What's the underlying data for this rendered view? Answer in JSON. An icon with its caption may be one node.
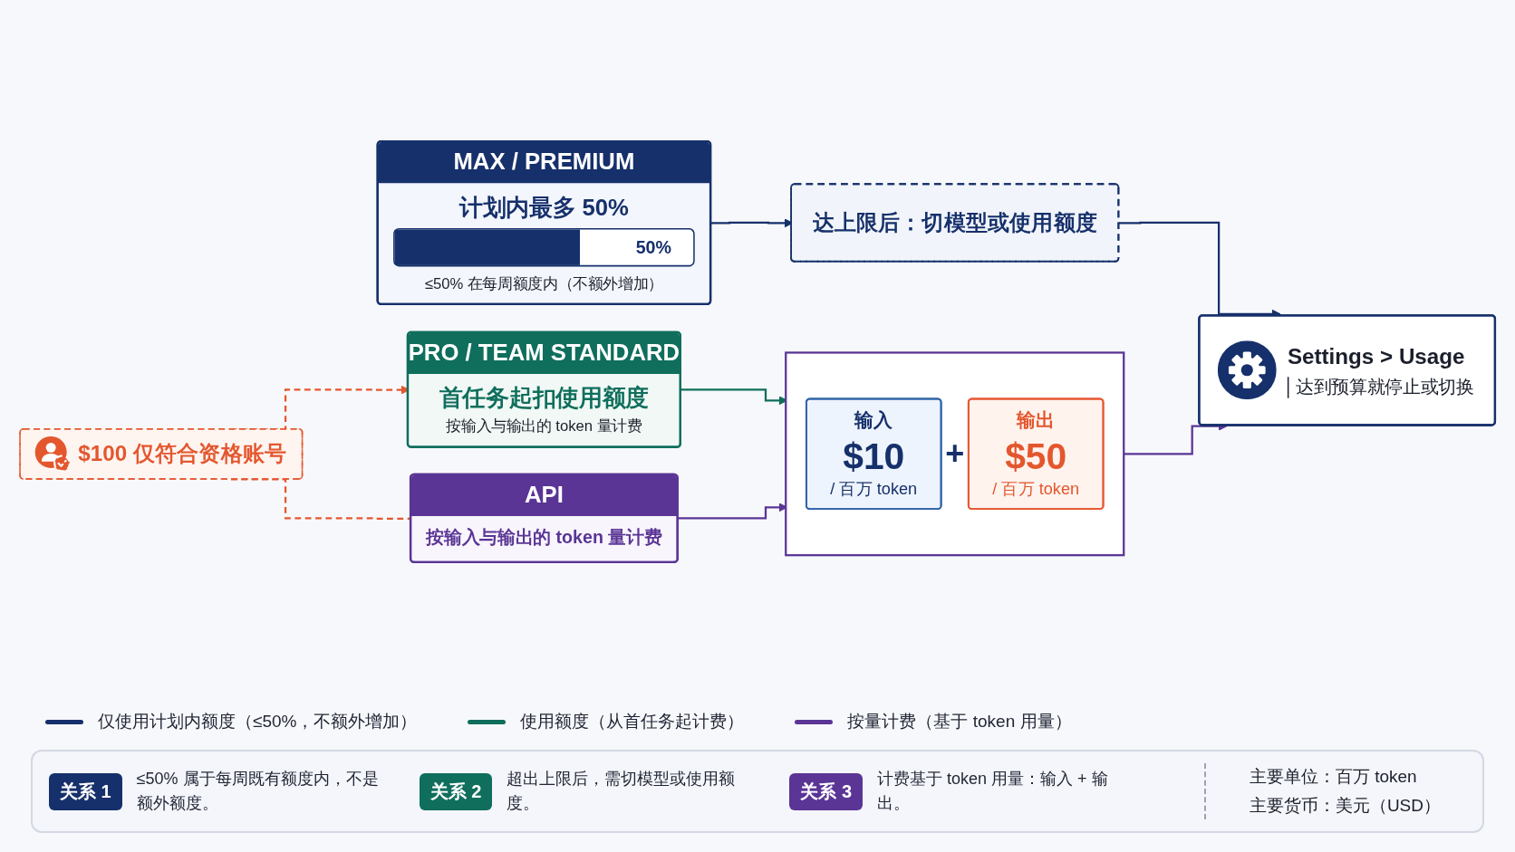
{
  "diagram": {
    "nodes": [
      {
        "text": [
          "MAX / PREMIUM",
          "计划内最多 50%",
          "50%",
          "≤50% 在每周额度内（不额外增加）"
        ]
      },
      {
        "text": [
          "达上限后：切模型或使用额度"
        ]
      },
      {
        "text": [
          "PRO / TEAM STANDARD",
          "首任务起扣使用额度",
          "按输入与输出的 token 量计费"
        ]
      },
      {
        "text": [
          "$100 仅符合资格账号"
        ]
      },
      {
        "text": [
          "API",
          "按输入与输出的 token 量计费"
        ]
      },
      {
        "text": [],
        "shape": "box"
      },
      {
        "text": [
          "输入",
          "$10",
          "/ 百万 token"
        ],
        "in": 5
      },
      {
        "text": [
          "输出",
          "$50",
          "/ 百万 token"
        ],
        "in": 5
      },
      {
        "text": [
          "Settings > Usage",
          "达到预算就停止或切换"
        ]
      }
    ],
    "edges": [
      {
        "from": 0,
        "to": 1,
        "arrow": "to",
        "color": "#16306b"
      },
      {
        "from": 1,
        "to": 8,
        "arrow": "to",
        "color": "#16306b"
      },
      {
        "from": 2,
        "to": 5,
        "arrow": "to",
        "color": "#0f6e5c"
      },
      {
        "from": 3,
        "to": 2,
        "arrow": "to",
        "style": "dashed",
        "color": "#e4572e"
      },
      {
        "from": 3,
        "to": 4,
        "arrow": "none",
        "style": "dashed",
        "color": "#e4572e"
      },
      {
        "from": 4,
        "to": 5,
        "arrow": "to",
        "color": "#5a3595"
      },
      {
        "from": 5,
        "to": 8,
        "arrow": "to",
        "color": "#5a3595"
      }
    ],
    "labels": [
      "+",
      "关系 1",
      "≤50% 属于每周既有额度内，不是额外额度。",
      "关系 2",
      "超出上限后，需切模型或使用额度。",
      "关系 3",
      "计费基于 token 用量：输入 + 输出。",
      "主要单位：百万 token",
      "主要货币：美元（USD）"
    ],
    "legend": [
      {
        "text": "仅使用计划内额度（≤50%，不额外增加）"
      },
      {
        "text": "使用额度（从首任务起计费）"
      },
      {
        "text": "按量计费（基于 token 用量）"
      }
    ]
  }
}
